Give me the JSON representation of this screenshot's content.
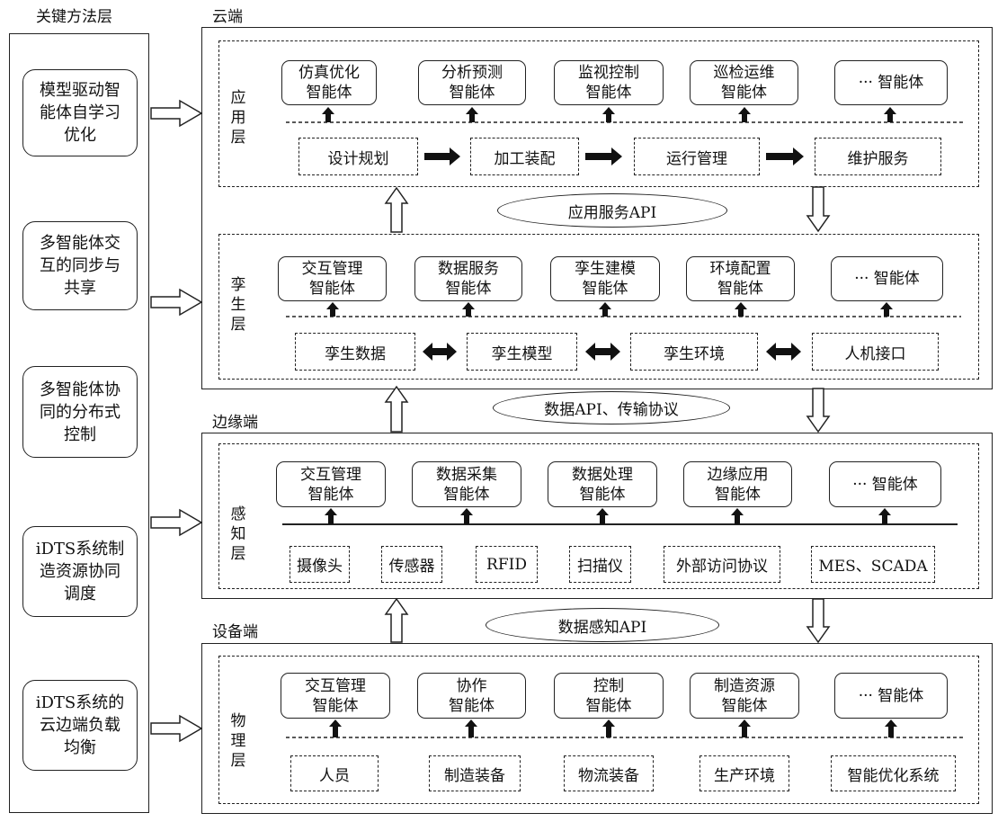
{
  "left": {
    "title": "关键方法层",
    "items": [
      "模型驱动智\n能体自学习\n优化",
      "多智能体交\n互的同步与\n共享",
      "多智能体协\n同的分布式\n控制",
      "iDTS系统制\n造资源协同\n调度",
      "iDTS系统的\n云边端负载\n均衡"
    ]
  },
  "cloud": {
    "title": "云端",
    "app": {
      "label": "应\n用\n层",
      "agents": [
        "仿真优化\n智能体",
        "分析预测\n智能体",
        "监视控制\n智能体",
        "巡检运维\n智能体",
        "··· 智能体"
      ],
      "bottom": [
        "设计规划",
        "加工装配",
        "运行管理",
        "维护服务"
      ]
    },
    "api": "应用服务API",
    "twin": {
      "label": "孪\n生\n层",
      "agents": [
        "交互管理\n智能体",
        "数据服务\n智能体",
        "孪生建模\n智能体",
        "环境配置\n智能体",
        "··· 智能体"
      ],
      "bottom": [
        "孪生数据",
        "孪生模型",
        "孪生环境",
        "人机接口"
      ]
    }
  },
  "api2": "数据API、传输协议",
  "edge": {
    "title": "边缘端",
    "layer": {
      "label": "感\n知\n层",
      "agents": [
        "交互管理\n智能体",
        "数据采集\n智能体",
        "数据处理\n智能体",
        "边缘应用\n智能体",
        "··· 智能体"
      ],
      "bottom": [
        "摄像头",
        "传感器",
        "RFID",
        "扫描仪",
        "外部访问协议",
        "MES、SCADA"
      ]
    }
  },
  "api3": "数据感知API",
  "device": {
    "title": "设备端",
    "layer": {
      "label": "物\n理\n层",
      "agents": [
        "交互管理\n智能体",
        "协作\n智能体",
        "控制\n智能体",
        "制造资源\n智能体",
        "··· 智能体"
      ],
      "bottom": [
        "人员",
        "制造装备",
        "物流装备",
        "生产环境",
        "智能优化系统"
      ]
    }
  }
}
